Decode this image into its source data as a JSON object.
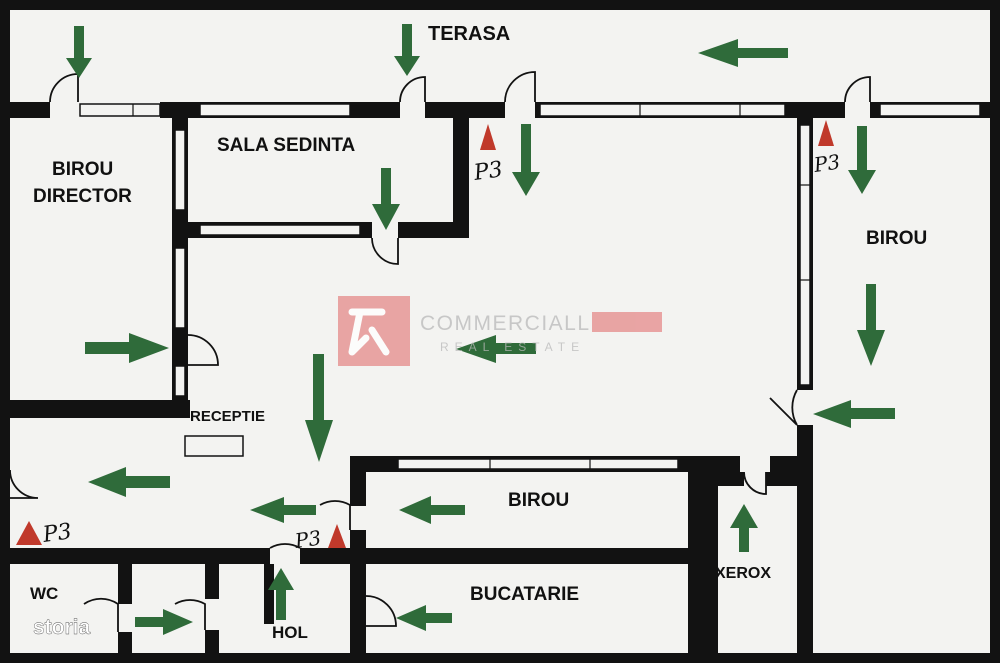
{
  "rooms": {
    "terasa": "TERASA",
    "sala_sedinta": "SALA SEDINTA",
    "birou_director_line1": "BIROU",
    "birou_director_line2": "DIRECTOR",
    "birou_right": "BIROU",
    "receptie": "RECEPTIE",
    "birou_middle": "BIROU",
    "xerox": "XEROX",
    "bucatarie": "BUCATARIE",
    "wc": "WC",
    "hol": "HOL"
  },
  "markers": {
    "p3_label": "P3"
  },
  "watermark": {
    "brand": "COMMERCIALL",
    "sub": "REAL ESTATE"
  },
  "source_logo": "storia",
  "colors": {
    "arrow": "#2f6b3a",
    "marker": "#c0392b",
    "floor": "#f3f3f1",
    "wall": "#121212"
  }
}
